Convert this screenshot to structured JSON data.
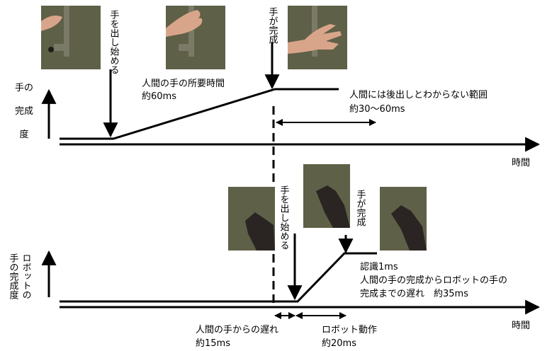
{
  "top": {
    "ylabel_lines": [
      "手の",
      "完成",
      "度"
    ],
    "start_label": "手を出し始める",
    "done_label": "手が完成",
    "human_time": [
      "人間の手の所要時間",
      "約60ms"
    ],
    "indistinct": [
      "人間には後出しとわからない範囲",
      "約30〜60ms"
    ],
    "xlabel": "時間"
  },
  "bottom": {
    "ylabel_lines": [
      "ロボット",
      "の",
      "手の完成度"
    ],
    "ylabel_col1": "ロボットの",
    "ylabel_col2": "手の完成度",
    "start_label": "手を出し始める",
    "done_label": "手が完成",
    "recognition": "認識1ms",
    "delay_note": [
      "人間の手の完成からロボットの手の",
      "完成までの遅れ　約35ms"
    ],
    "lag": [
      "人間の手からの遅れ",
      "約15ms"
    ],
    "motion": [
      "ロボット動作",
      "約20ms"
    ],
    "xlabel": "時間"
  },
  "photos": {
    "top": [
      "human-hand-fist",
      "human-hand-opening",
      "human-hand-open"
    ],
    "bottom": [
      "robot-hand-closed",
      "robot-hand-moving",
      "robot-hand-open"
    ]
  },
  "colors": {
    "line": "#000000",
    "photo_bg": "#5f6048",
    "skin": "#d9a58a",
    "robot": "#2a2522"
  }
}
